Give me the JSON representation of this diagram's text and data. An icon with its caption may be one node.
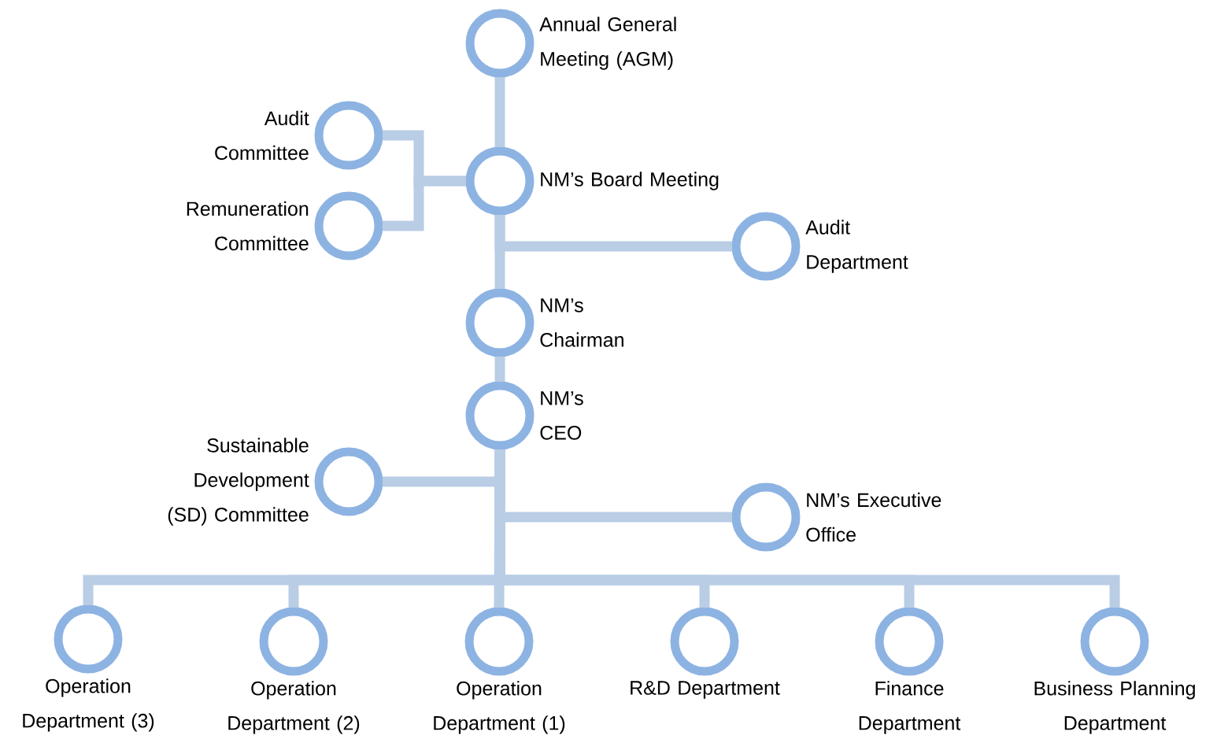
{
  "diagram": {
    "nodes": [
      {
        "text": [
          "Annual General Meeting (AGM)"
        ]
      },
      {
        "text": [
          "Audit Committee"
        ]
      },
      {
        "text": [
          "NM’s Board Meeting"
        ]
      },
      {
        "text": [
          "Remuneration Committee"
        ]
      },
      {
        "text": [
          "Audit Department"
        ]
      },
      {
        "text": [
          "NM’s Chairman"
        ]
      },
      {
        "text": [
          "NM’s CEO"
        ]
      },
      {
        "text": [
          "Sustainable Development (SD) Committee"
        ]
      },
      {
        "text": [
          "NM’s Executive Office"
        ]
      },
      {
        "text": [
          "Operation Department (3)"
        ]
      },
      {
        "text": [
          "Operation Department (2)"
        ]
      },
      {
        "text": [
          "Operation Department (1)"
        ]
      },
      {
        "text": [
          "R&D Department"
        ]
      },
      {
        "text": [
          "Finance Department"
        ]
      },
      {
        "text": [
          "Business Planning Department"
        ]
      }
    ],
    "edges": [
      {
        "from": 0,
        "to": 2,
        "arrow": "none"
      },
      {
        "from": 2,
        "to": 1,
        "arrow": "none"
      },
      {
        "from": 2,
        "to": 3,
        "arrow": "none"
      },
      {
        "from": 2,
        "to": 4,
        "arrow": "none"
      },
      {
        "from": 2,
        "to": 5,
        "arrow": "none"
      },
      {
        "from": 5,
        "to": 6,
        "arrow": "none"
      },
      {
        "from": 6,
        "to": 7,
        "arrow": "none"
      },
      {
        "from": 6,
        "to": 8,
        "arrow": "none"
      },
      {
        "from": 6,
        "to": 9,
        "arrow": "none"
      },
      {
        "from": 6,
        "to": 10,
        "arrow": "none"
      },
      {
        "from": 6,
        "to": 11,
        "arrow": "none"
      },
      {
        "from": 6,
        "to": 12,
        "arrow": "none"
      },
      {
        "from": 6,
        "to": 13,
        "arrow": "none"
      },
      {
        "from": 6,
        "to": 14,
        "arrow": "none"
      }
    ]
  }
}
